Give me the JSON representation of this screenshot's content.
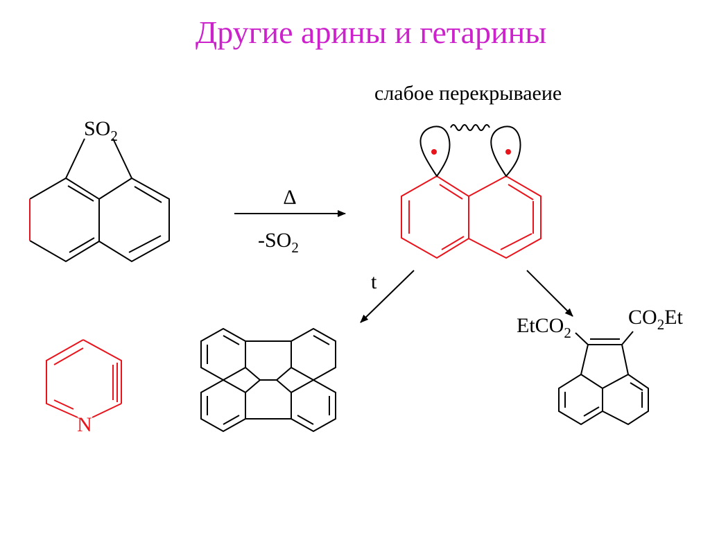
{
  "title": "Другие арины и гетарины",
  "colors": {
    "title": "#cc22cc",
    "highlight": "#e8131b",
    "ink": "#000000"
  },
  "reactant": {
    "so_label": "SO",
    "so_sub": "2"
  },
  "arrow_main": {
    "above": "Δ",
    "below_prefix": "-SO",
    "below_sub": "2"
  },
  "intermediate": {
    "caption": "слабое перекрываеие"
  },
  "arrow_thermal": {
    "label": "t"
  },
  "product_right": {
    "left_prefix": "EtCO",
    "left_sub": "2",
    "right_prefix": "CO",
    "right_sub": "2",
    "right_suffix": "Et"
  },
  "pyridyne": {
    "n_label": "N"
  }
}
